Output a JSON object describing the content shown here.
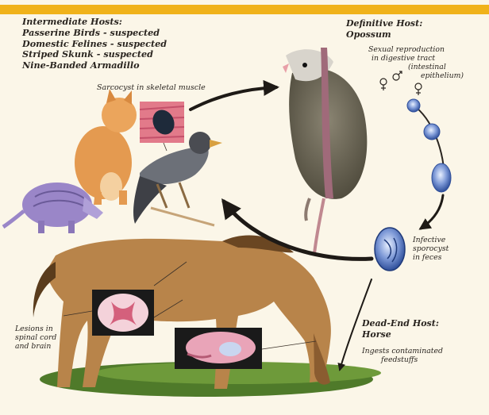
{
  "intermediate_hosts": {
    "title": "Intermediate Hosts:",
    "items": [
      "Passerine Birds - suspected",
      "Domestic Felines - suspected",
      "Striped Skunk - suspected",
      "Nine-Banded Armadillo"
    ]
  },
  "definitive_host": {
    "title": "Definitive Host:",
    "name": "Opossum"
  },
  "sarcocyst_label": "Sarcocyst in skeletal muscle",
  "sexual_reproduction": {
    "line1": "Sexual reproduction",
    "line2": "in digestive tract",
    "line3": "(intestinal",
    "line4": "epithelium)"
  },
  "sporocysts": {
    "line1": "Infective",
    "line2": "sporocyst",
    "line3": "in feces"
  },
  "lesions": {
    "line1": "Lesions in",
    "line2": "spinal cord",
    "line3": "and brain"
  },
  "dead_end_host": {
    "title": "Dead-End Host:",
    "name": "Horse"
  },
  "ingests": {
    "line1": "Ingests contaminated",
    "line2": "feedstuffs"
  },
  "colors": {
    "banner": "#f0b21a",
    "background": "#fbf6e8",
    "arrow": "#1e1a16"
  },
  "icons": {
    "female_symbol": "female-symbol-icon",
    "male_symbol": "male-symbol-icon"
  }
}
